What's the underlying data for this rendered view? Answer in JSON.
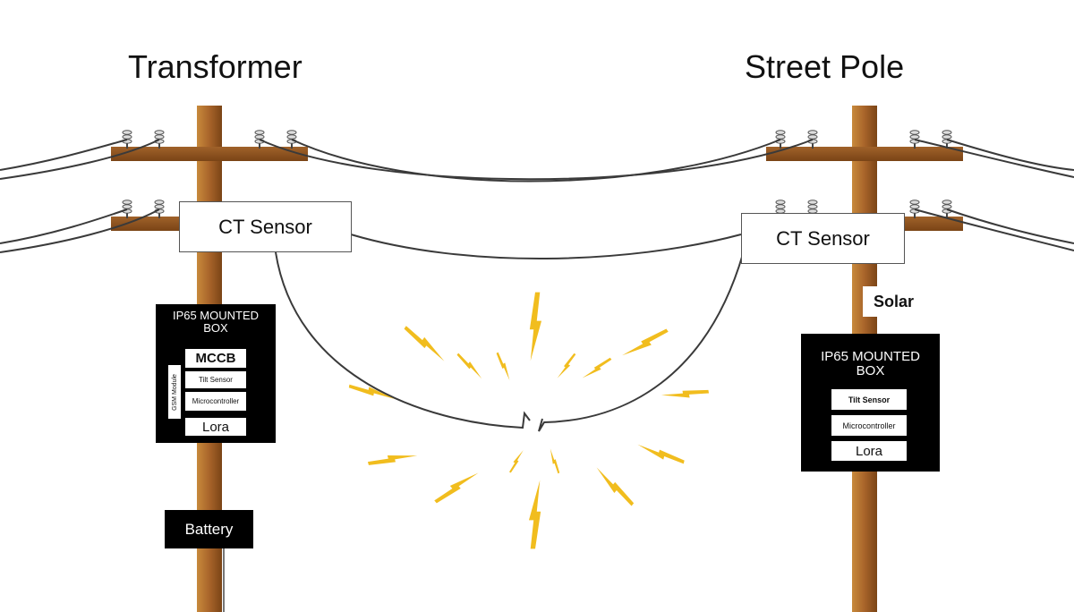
{
  "titles": {
    "left": "Transformer",
    "right": "Street Pole"
  },
  "colors": {
    "pole": "#9a5a1e",
    "pole_dark": "#6e3c10",
    "wire": "#333333",
    "spark": "#f1bd1e",
    "box_bg": "#000000",
    "box_text": "#ffffff"
  },
  "left_pole": {
    "ct_sensor": "CT Sensor",
    "box": {
      "title_line1": "IP65 MOUNTED",
      "title_line2": "BOX",
      "side_module": "GSM Module",
      "items": [
        "MCCB",
        "Tilt Sensor",
        "Microcontroller",
        "Lora"
      ]
    },
    "battery": "Battery"
  },
  "right_pole": {
    "ct_sensor": "CT Sensor",
    "solar": "Solar",
    "box": {
      "title_line1": "IP65 MOUNTED",
      "title_line2": "BOX",
      "items": [
        "Tilt Sensor",
        "Microcontroller",
        "Lora"
      ]
    }
  },
  "fault": {
    "icon": "lightning-burst-icon",
    "description": "broken-wire-spark"
  }
}
